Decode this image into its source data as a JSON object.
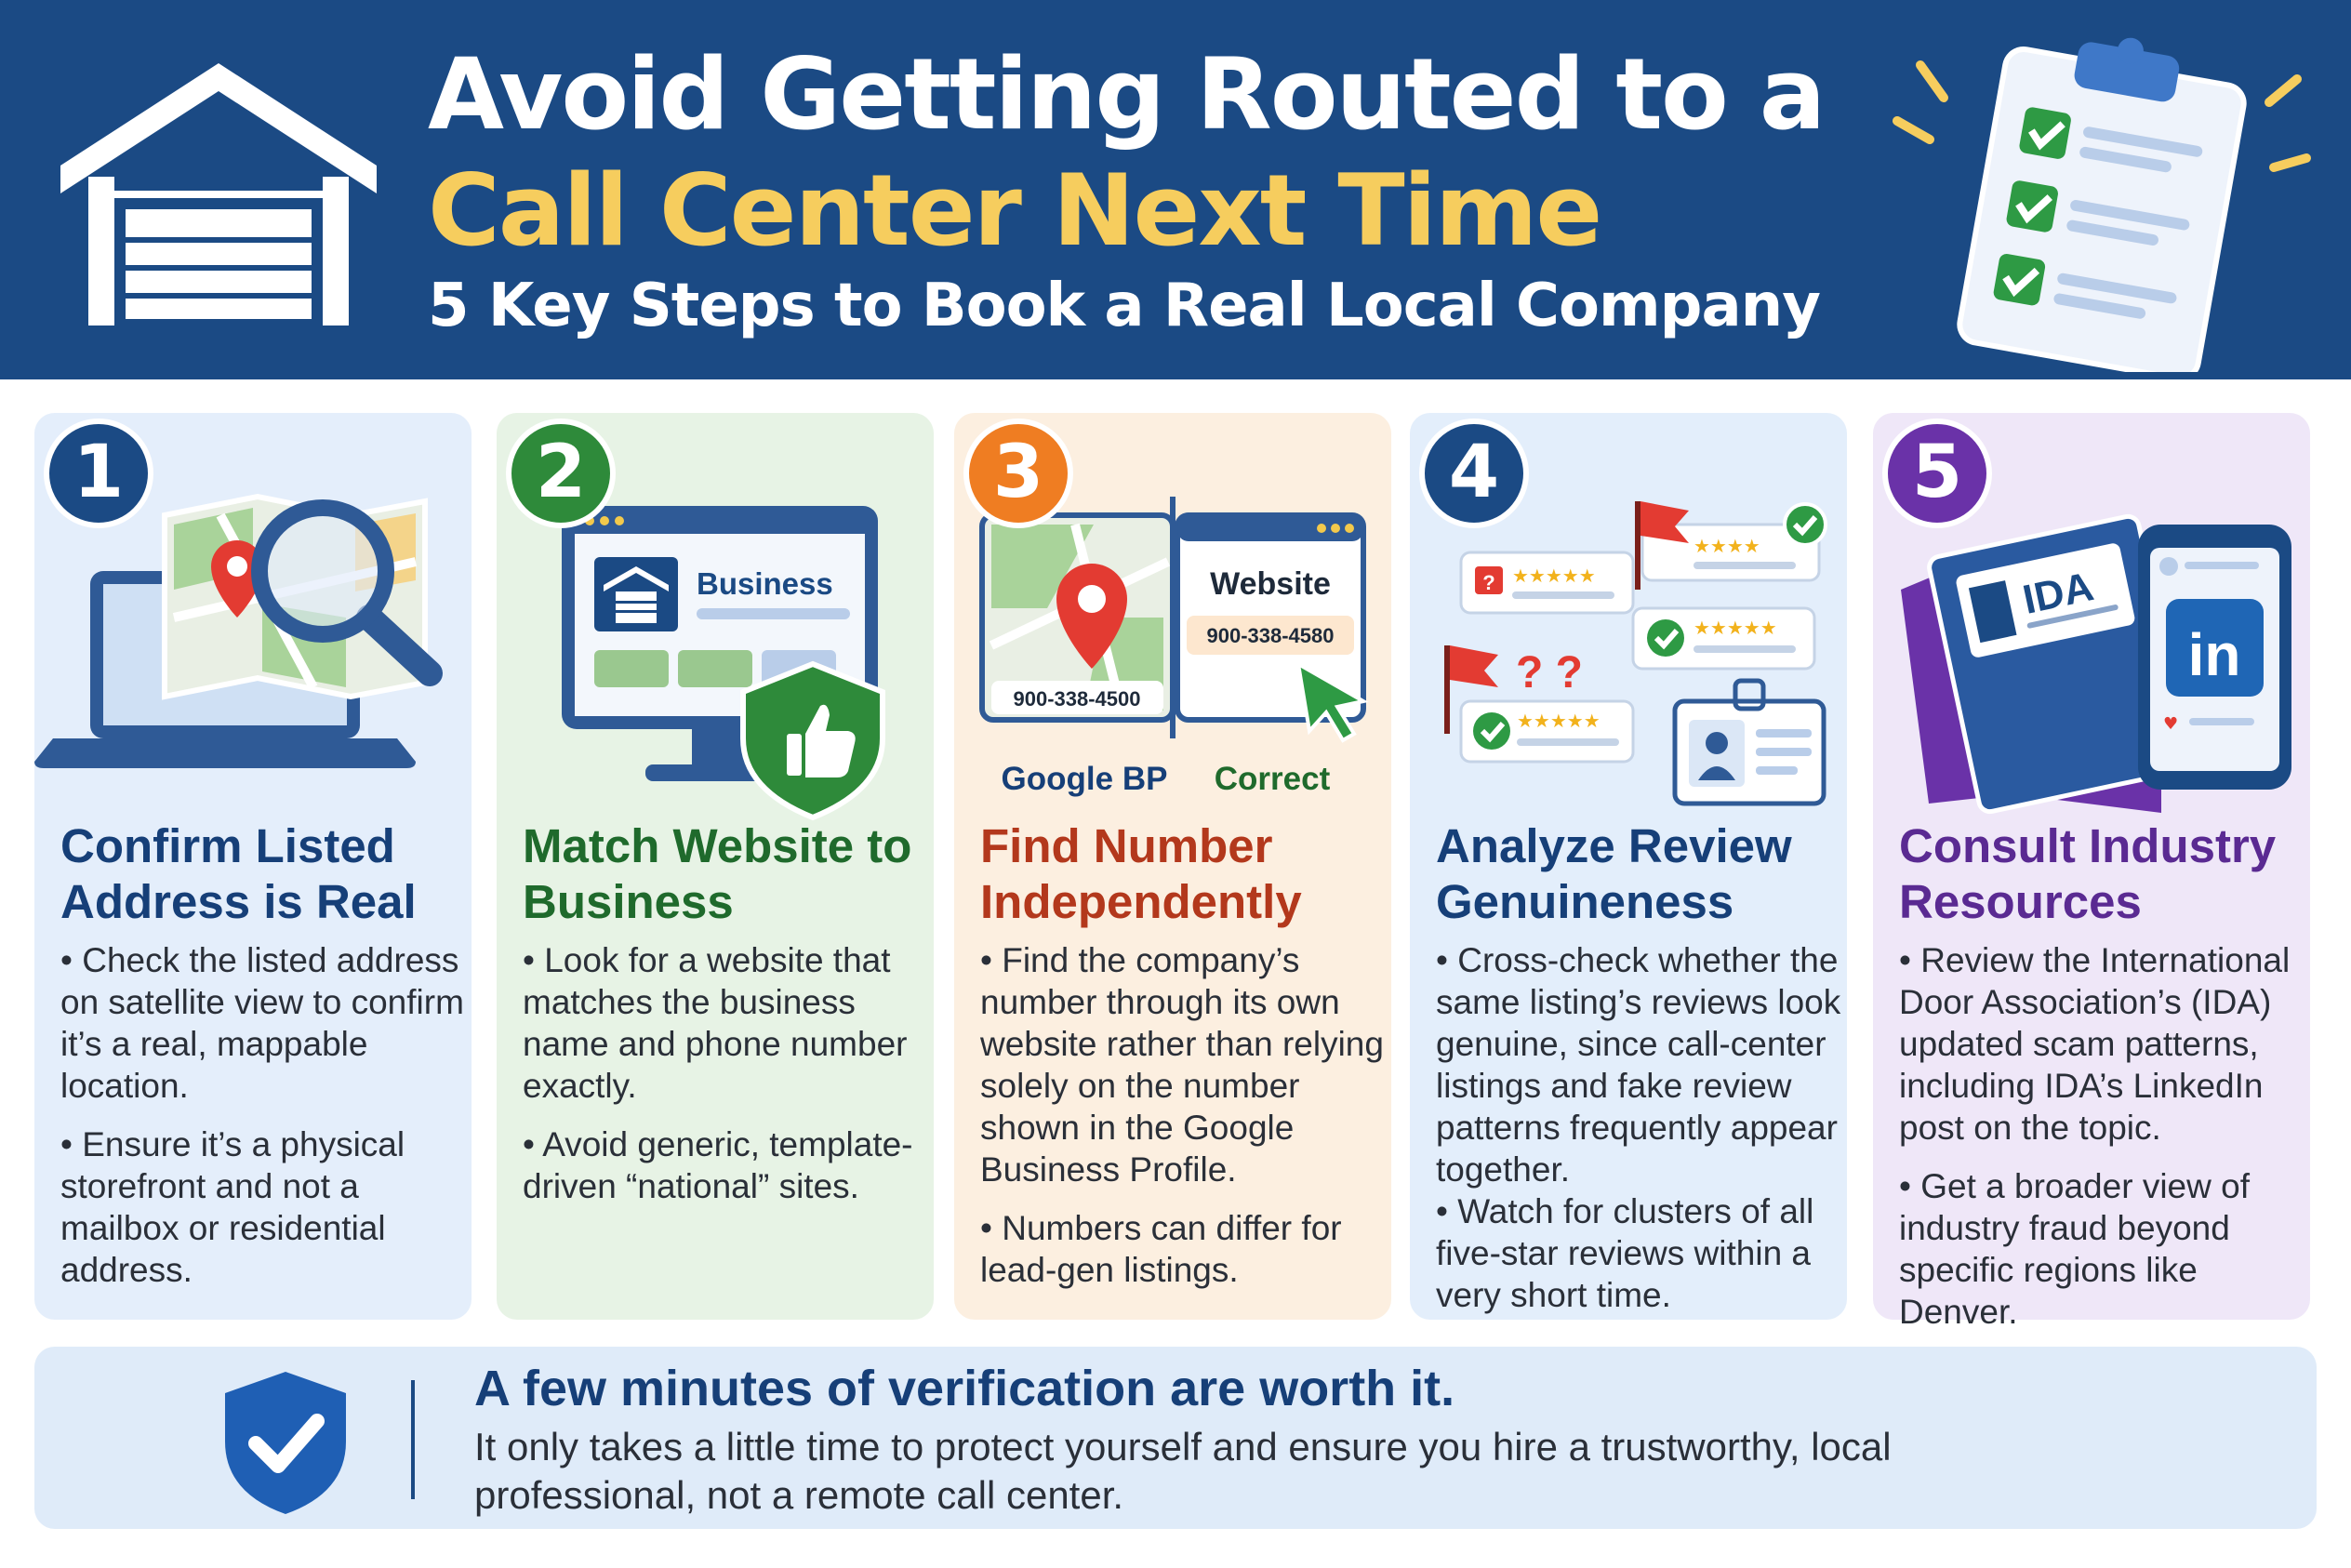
{
  "header": {
    "title_line1": "Avoid Getting Routed to a",
    "title_line2": "Call Center Next Time",
    "subtitle": "5 Key Steps to Book a Real Local Company"
  },
  "colors": {
    "header_bg": "#1b4a84",
    "title_accent": "#f6cd5e",
    "step1": "#1b4a84",
    "step2": "#2e8a3a",
    "step3": "#ef7d22",
    "step4": "#1b4a84",
    "step5": "#6a32a8",
    "heading3": "#b3381c",
    "heading5": "#5a2a92"
  },
  "steps": [
    {
      "number": "1",
      "heading": "Confirm Listed Address is Real",
      "bullets": [
        "• Check the listed address on satellite view to confirm it’s a real, mappable location.",
        "• Ensure it’s a physical storefront and not a mailbox or residential address."
      ],
      "icons": [
        "laptop-icon",
        "map-icon",
        "map-pin-icon",
        "magnifier-icon"
      ]
    },
    {
      "number": "2",
      "heading": "Match Website to Business",
      "bullets": [
        "• Look for a website that matches the business name and phone number exactly.",
        "• Avoid generic, template-driven “national” sites."
      ],
      "illus_label": "Business",
      "icons": [
        "monitor-icon",
        "garage-icon",
        "shield-thumbs-up-icon"
      ]
    },
    {
      "number": "3",
      "heading": "Find Number Independently",
      "bullets": [
        "• Find the company’s number through its own website rather than relying solely on the number shown in the Google Business Profile.",
        "• Numbers can differ for lead-gen listings."
      ],
      "illus": {
        "website_label": "Website",
        "website_number": "900-338-4580",
        "map_number": "900-338-4500",
        "left_caption": "Google BP",
        "right_caption": "Correct"
      },
      "icons": [
        "map-pin-icon",
        "browser-icon",
        "cursor-icon"
      ]
    },
    {
      "number": "4",
      "heading": "Analyze Review Genuineness",
      "bullets": [
        "• Cross-check whether the same listing’s reviews look genuine, since call-center listings and fake review patterns frequently appear together.",
        "• Watch for clusters of all five-star reviews within a very short time."
      ],
      "illus_label": "? ?",
      "icons": [
        "review-card-icon",
        "red-flag-icon",
        "checkmark-icon",
        "id-badge-icon"
      ]
    },
    {
      "number": "5",
      "heading": "Consult Industry Resources",
      "bullets": [
        "• Review the International Door Association’s (IDA) updated scam patterns, including IDA’s LinkedIn post on the topic.",
        "• Get a broader view of industry fraud beyond specific regions like Denver."
      ],
      "illus": {
        "book_logo": "IDA",
        "phone_logo": "in"
      },
      "icons": [
        "book-icon",
        "phone-icon",
        "linkedin-icon"
      ]
    }
  ],
  "footer": {
    "heading": "A few minutes of verification are worth it.",
    "body": "It only takes a little time to protect yourself and ensure you hire a trustworthy, local professional, not a remote call center.",
    "icon": "shield-check-icon"
  }
}
